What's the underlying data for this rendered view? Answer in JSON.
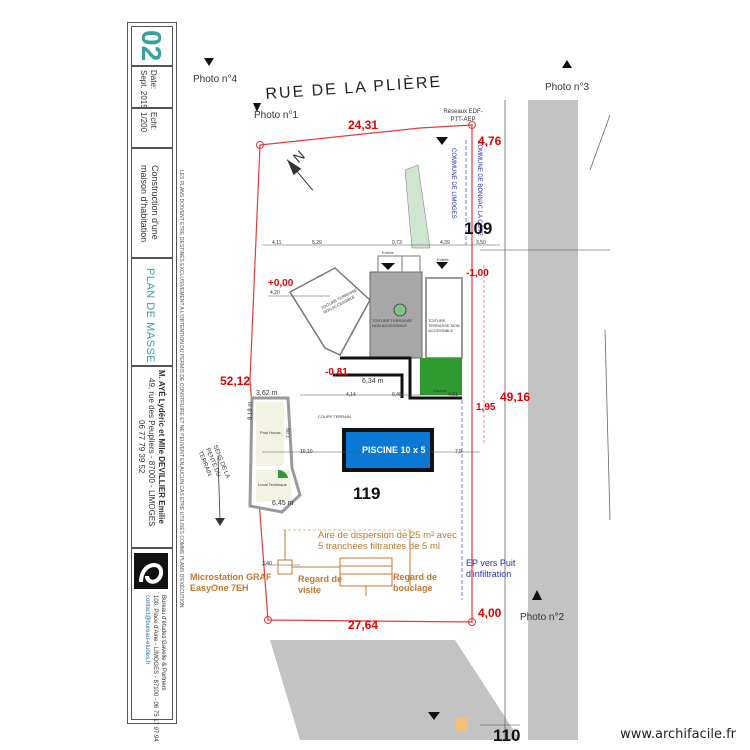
{
  "title_block": {
    "sheet_number": "02",
    "date_label": "Date:",
    "date_value": "Sept. 2015",
    "scale_label": "Echt:",
    "scale_value": "1/200",
    "project_title": "Construction d'une maison d'habitation",
    "plan_name": "PLAN DE MASSE",
    "owners": "M. AYÉ Lydéric et Mlle DEVILLIER Emilie",
    "address": "49, rue des Peupliers - 87000 - LIMOGES",
    "phone": "06 77 79 39 52",
    "architect_line1": "Bureau d'études Gavelle & Partners",
    "architect_line2": "100, Place d'Aine - LIMOGES - 87100 - 06 75 17 97 94",
    "architect_line3": "contact@bureau-etudes.fr",
    "disclaimer": "LES PLANS DOIVENT ETRE DESTINÉS EXCLUSIVEMENT A L'OBTENTION DU PERMIS DE CONSTRUIRE ET NE PEUVENT EN AUCUN CAS ETRE UTILISÉS COMME PLANS D'EXÉCUTION"
  },
  "plan": {
    "street": "RUE DE LA PLIÈRE",
    "photos": [
      "Photo n°1",
      "Photo n°2",
      "Photo n°3",
      "Photo n°4"
    ],
    "network_label": "Réseaux EDF-PTT-AEP",
    "commune_1": "COMMUNE DE LIMOGES",
    "commune_2": "COMMUNE DE BONNAC LA COTE",
    "parcel_numbers": [
      "109",
      "119",
      "110"
    ],
    "boundary_lengths": [
      "24,31",
      "4,76",
      "52,12",
      "49,16",
      "27,64",
      "4,00"
    ],
    "levels": [
      "+0,00",
      "-1,00",
      "-0,81",
      "1,95"
    ],
    "slope_label": "SENS DE LA PENTE DU TERRAIN",
    "pool_label": "PISCINE 10 x 5",
    "terrace_labels": [
      "TOITURE TERRASSE NON ACCESSIBLE",
      "TOITURE TERRASSE NON ACCESSIBLE",
      "TOITURE TERRASSE NON ACCESSIBLE"
    ],
    "entry_labels": [
      "Entrée",
      "Entrée"
    ],
    "annex_labels": [
      "Pool House",
      "Local Technique",
      "Carport"
    ],
    "section_label": "COUPE TERRAIN",
    "small_dims": [
      "4,11",
      "5,29",
      "0,73",
      "4,39",
      "3,50",
      "4,20",
      "6,34 m",
      "4,14",
      "6,46",
      "3,62 m",
      "8,18 m",
      "7,09",
      "10,10",
      "7,5",
      "6,45 m",
      "4,61",
      "3,40"
    ],
    "sanitation": {
      "dispersion": "Aire de dispersion de 25 m² avec 5 tranchées filtrantes de 5 ml",
      "microstation": "Microstation GRAF EasyOne 7EH",
      "regard_visite": "Regard de visite",
      "regard_bouclage": "Regard de bouclage",
      "ep_puit": "EP vers Puit d'infiltration"
    }
  },
  "watermark": "www.archifacile.fr",
  "colors": {
    "boundary": "#e23b3b",
    "dimension_red": "#e00000",
    "building_fill": "#a7a7a7",
    "pool_water": "#0a79d6",
    "carport": "#2f9a2f",
    "annex_outline": "#9a9a9a",
    "plan_teal": "#3a9fa0",
    "sanitation": "#c07830",
    "ep_blue": "#2233aa",
    "road": "#c3c3c3"
  }
}
